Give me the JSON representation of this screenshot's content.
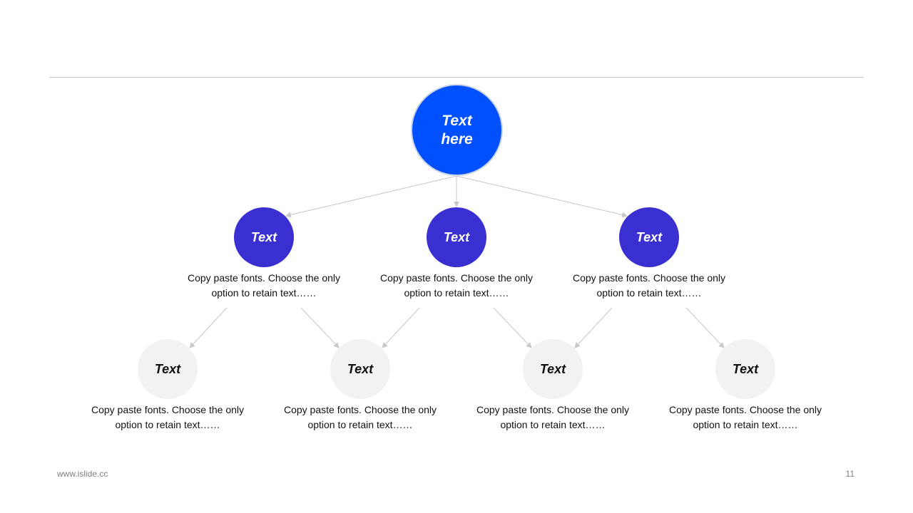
{
  "root": {
    "label": "Text here"
  },
  "level1": [
    {
      "label": "Text",
      "description": "Copy paste fonts. Choose the only option to retain text……"
    },
    {
      "label": "Text",
      "description": "Copy paste fonts. Choose the only option to retain text……"
    },
    {
      "label": "Text",
      "description": "Copy paste fonts. Choose the only option to retain text……"
    }
  ],
  "level2": [
    {
      "label": "Text",
      "description": "Copy paste fonts. Choose the only option to retain text……"
    },
    {
      "label": "Text",
      "description": "Copy paste fonts. Choose the only option to retain text……"
    },
    {
      "label": "Text",
      "description": "Copy paste fonts. Choose the only option to retain text……"
    },
    {
      "label": "Text",
      "description": "Copy paste fonts. Choose the only option to retain text……"
    }
  ],
  "footer": {
    "url": "www.islide.cc",
    "page": "11"
  },
  "colors": {
    "root": "#0050ff",
    "level1": "#3a2fd0",
    "level2": "#f2f2f2",
    "connector": "#c8c8c8"
  }
}
